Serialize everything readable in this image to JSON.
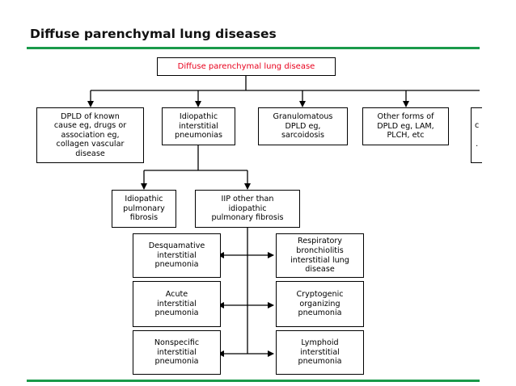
{
  "title": "Diffuse parenchymal lung diseases",
  "colors": {
    "rule": "#1a9a4a",
    "root_text": "#e8001c",
    "line": "#000000"
  },
  "root": "Diffuse parenchymal lung disease",
  "level1": [
    "DPLD of known\ncause eg, drugs or\nassociation eg,\ncollagen vascular\ndisease",
    "Idiopathic\ninterstitial\npneumonias",
    "Granulomatous\nDPLD eg,\nsarcoidosis",
    "Other forms of\nDPLD eg, LAM,\nPLCH, etc",
    "c\n\n."
  ],
  "level2": [
    "Idiopathic\npulmonary\nfibrosis",
    "IIP other than\nidiopathic\npulmonary fibrosis"
  ],
  "iip_left": [
    "Desquamative\ninterstitial\npneumonia",
    "Acute\ninterstitial\npneumonia",
    "Nonspecific\ninterstitial\npneumonia"
  ],
  "iip_right": [
    "Respiratory\nbronchiolitis\ninterstitial lung\ndisease",
    "Cryptogenic\norganizing\npneumonia",
    "Lymphoid\ninterstitial\npneumonia"
  ]
}
